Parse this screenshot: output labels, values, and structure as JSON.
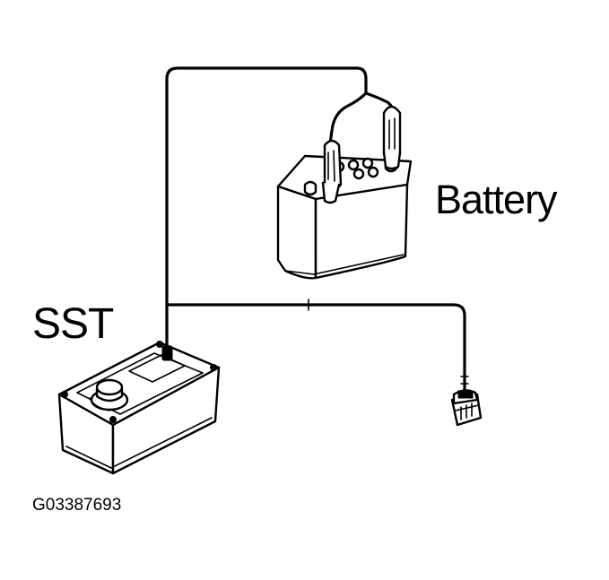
{
  "labels": {
    "battery": "Battery",
    "sst": "SST",
    "figure_id": "G03387693"
  },
  "colors": {
    "ink": "#000000",
    "background": "#ffffff"
  }
}
